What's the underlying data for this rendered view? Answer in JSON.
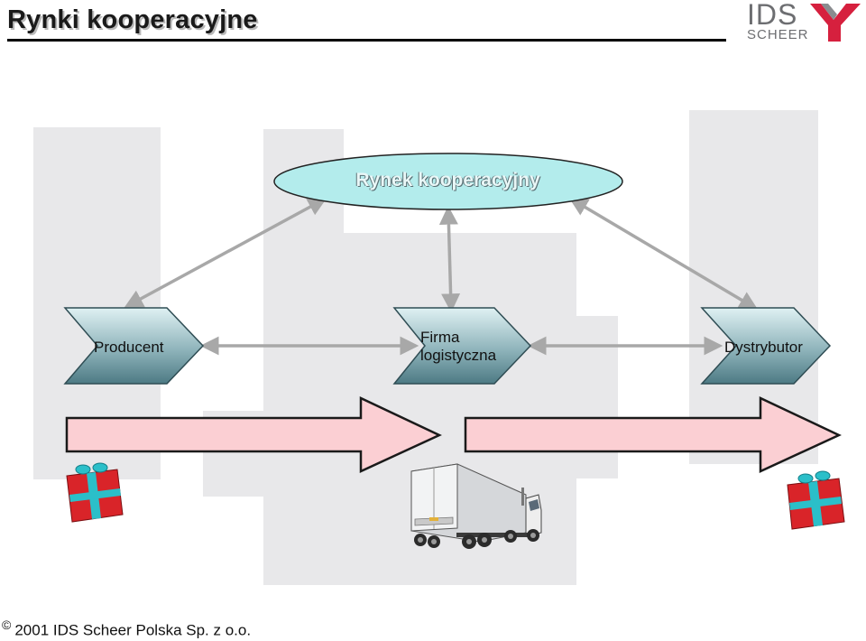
{
  "slide": {
    "title": "Rynki kooperacyjne",
    "footer_symbol": "©",
    "footer_text": "2001 IDS Scheer Polska Sp. z o.o."
  },
  "logo": {
    "line1": "IDS",
    "line2": "SCHEER"
  },
  "diagram": {
    "market_label": "Rynek kooperacyjny",
    "nodes": [
      {
        "id": "producent",
        "label": "Producent"
      },
      {
        "id": "logistics",
        "label_line1": "Firma",
        "label_line2": "logistyczna"
      },
      {
        "id": "distributor",
        "label": "Dystrybutor"
      }
    ]
  },
  "colors": {
    "ellipse_fill": "#b3ecec",
    "chevron_fill_top": "#c9e6ea",
    "chevron_fill_bottom": "#4d7a84",
    "connector": "#a8a8a8",
    "flow_arrow_fill": "#fbcfd3",
    "gift_red": "#d92429",
    "gift_ribbon": "#2bbfc9"
  }
}
